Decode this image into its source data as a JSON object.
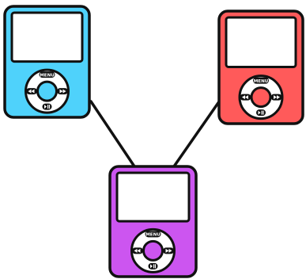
{
  "colors": {
    "outline": "#111111",
    "screen": "#ffffff"
  },
  "devices": [
    {
      "id": "blue",
      "color": "#4fd2fb",
      "menu_label": "MENU"
    },
    {
      "id": "red",
      "color": "#ff5a5a",
      "menu_label": "MENU"
    },
    {
      "id": "purple",
      "color": "#cc55f0",
      "menu_label": "MENU"
    }
  ],
  "connections": [
    {
      "from": "blue",
      "to": "purple"
    },
    {
      "from": "red",
      "to": "purple"
    }
  ]
}
